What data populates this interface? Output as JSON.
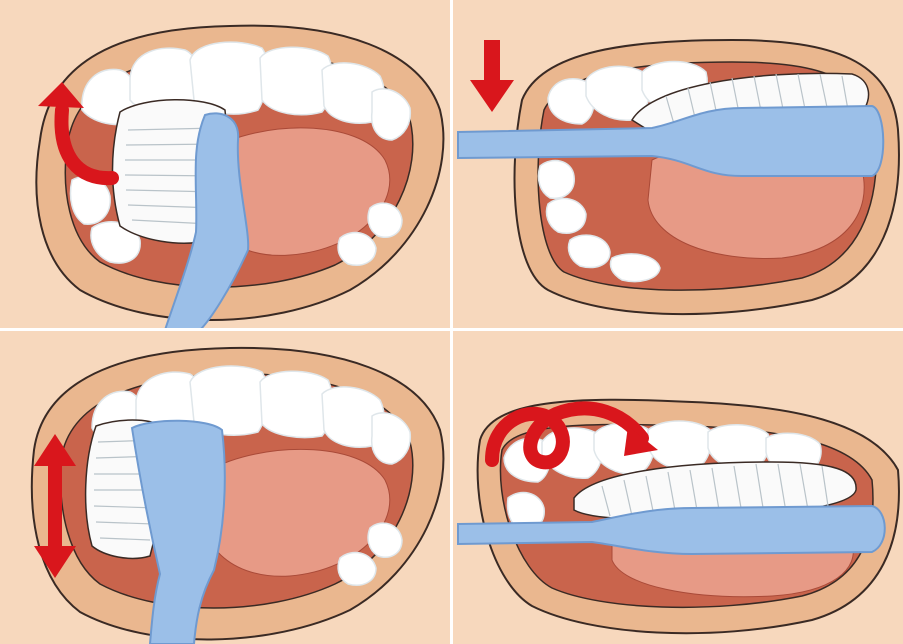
{
  "colors": {
    "background": "#f7d8bd",
    "background_dark": "#f1c8a4",
    "lip": "#eab78f",
    "lip_shadow": "#d99a70",
    "outline": "#3a2a24",
    "mouth_inside": "#c9644c",
    "mouth_dark": "#a94a38",
    "tongue": "#e79a86",
    "tongue_light": "#f2b8a8",
    "gum": "#f0a99a",
    "tooth": "#ffffff",
    "tooth_shade": "#dfe6ea",
    "brush_handle": "#9bbfe8",
    "brush_handle_dark": "#6f9ad0",
    "bristle": "#fafafa",
    "bristle_line": "#b9c3c9",
    "arrow": "#d9161c"
  },
  "panels": [
    {
      "id": "upper-left",
      "view": "front-vertical-brush",
      "motion": "roll-outward-up-arrow"
    },
    {
      "id": "upper-right",
      "view": "side-horizontal-brush",
      "motion": "press-down-arrow"
    },
    {
      "id": "lower-left",
      "view": "front-vertical-brush",
      "motion": "up-down-double-arrow"
    },
    {
      "id": "lower-right",
      "view": "side-horizontal-brush",
      "motion": "circular-loop-arrow"
    }
  ]
}
